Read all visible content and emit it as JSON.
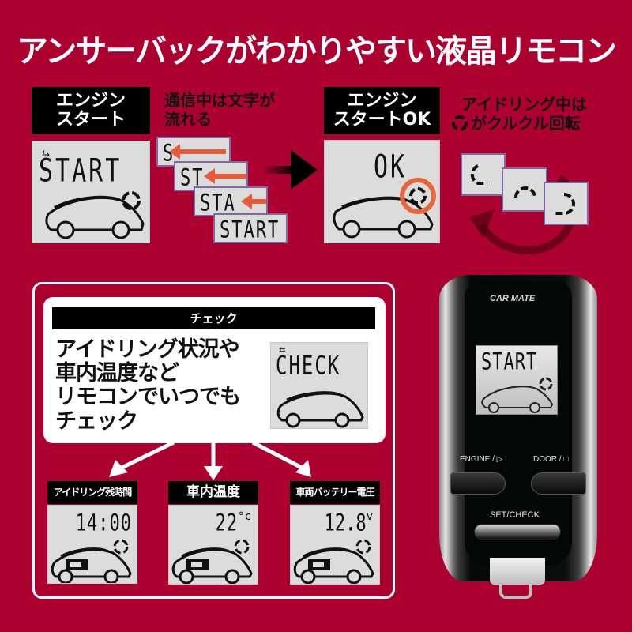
{
  "headline": "アンサーバックがわかりやすい液晶リモコン",
  "colors": {
    "background": "#ab0030",
    "lcd": "#dcdcdc",
    "label_bg": "#000000",
    "highlight_ring": "#e8663a",
    "strip_border": "#7a69a5",
    "arrow_orange": "#e85a3a"
  },
  "panel_start": {
    "label_line1": "エンジン",
    "label_line2": "スタート",
    "lcd_text": "START"
  },
  "scroll_note": {
    "line1": "通信中は文字が",
    "line2": "流れる",
    "strips": [
      "S",
      "ST",
      "STA",
      "START"
    ]
  },
  "panel_ok": {
    "label_line1": "エンジン",
    "label_line2": "スタートOK",
    "lcd_text": "OK"
  },
  "idle_note": {
    "line1": "アイドリング中は",
    "line2": "がクルクル回転"
  },
  "check_section": {
    "band_label": "チェック",
    "body_lines": [
      "アイドリング状況や",
      "車内温度など",
      "リモコンでいつでも",
      "チェック"
    ],
    "lcd_text": "CHECK"
  },
  "check_items": [
    {
      "label": "アイドリング残時間",
      "value": "14:00",
      "unit": ""
    },
    {
      "label": "車内温度",
      "value": "22",
      "unit": "°c"
    },
    {
      "label": "車両バッテリー電圧",
      "value": "12.8",
      "unit": "v"
    }
  ],
  "remote": {
    "brand": "CAR MATE",
    "lcd_text": "START",
    "engine_button_label": "ENGINE / ▷",
    "door_button_label": "DOOR / □",
    "set_check_label": "SET/CHECK"
  }
}
